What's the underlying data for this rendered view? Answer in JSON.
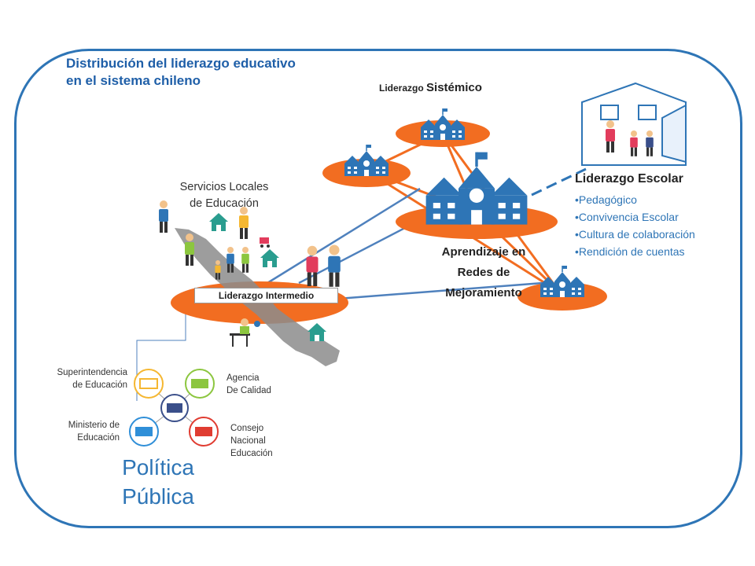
{
  "title_line1": "Distribución  del liderazgo educativo",
  "title_line2": "en el sistema  chileno",
  "sistemico": {
    "prefix": "Liderazgo ",
    "main": "Sistémico"
  },
  "servicios_line1": "Servicios Locales",
  "servicios_line2": "de Educación",
  "escolar": {
    "title": "Liderazgo Escolar",
    "items": [
      "Pedagógico",
      "Convivencia Escolar",
      "Cultura de colaboración",
      "Rendición de cuentas"
    ]
  },
  "redes_line1": "Aprendizaje en",
  "redes_line2": "Redes de",
  "redes_line3": "Mejoramiento",
  "intermedio": "Liderazgo Intermedio",
  "superintendencia_line1": "Superintendencia",
  "superintendencia_line2": "de Educación",
  "ministerio_line1": "Ministerio de",
  "ministerio_line2": "Educación",
  "agencia_line1": "Agencia",
  "agencia_line2": "De Calidad",
  "consejo_line1": "Consejo",
  "consejo_line2": "Nacional",
  "consejo_line3": "Educación",
  "politica_line1": "Política",
  "politica_line2": "Pública",
  "colors": {
    "frame": "#2e75b6",
    "orange": "#f26d21",
    "school": "#2e75b6",
    "connector": "#4f81bd",
    "house": "#2a9d8f",
    "yellow": "#f5b731",
    "green": "#8cc63f",
    "red": "#e03c31",
    "blue": "#2f8fd8",
    "map": "#8c8c8c"
  }
}
